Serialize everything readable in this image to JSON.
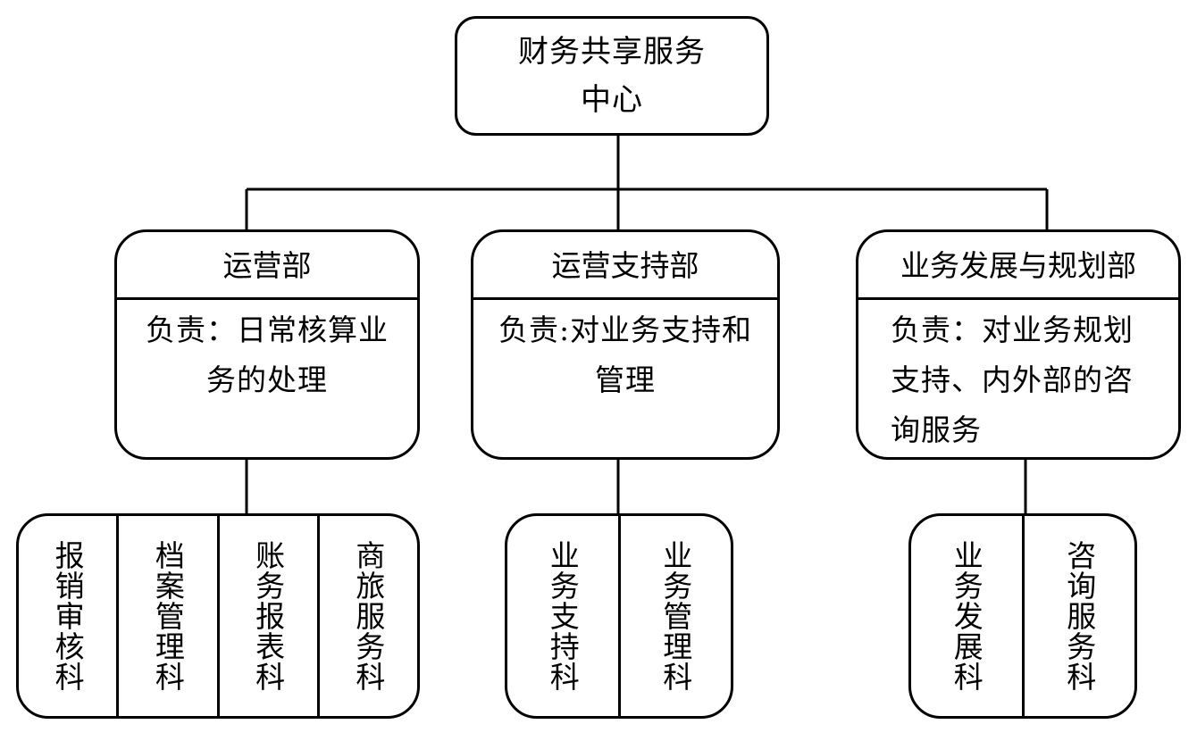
{
  "root": {
    "title": "财务共享服务中心"
  },
  "departments": [
    {
      "name": "运营部",
      "duty": "负责：日常核算业务的处理",
      "sections": [
        "报销审核科",
        "档案管理科",
        "账务报表科",
        "商旅服务科"
      ]
    },
    {
      "name": "运营支持部",
      "duty": "负责:对业务支持和管理",
      "sections": [
        "业务支持科",
        "业务管理科"
      ]
    },
    {
      "name": "业务发展与规划部",
      "duty": "负责：对业务规划支持、内外部的咨询服务",
      "sections": [
        "业务发展科",
        "咨询服务科"
      ]
    }
  ]
}
